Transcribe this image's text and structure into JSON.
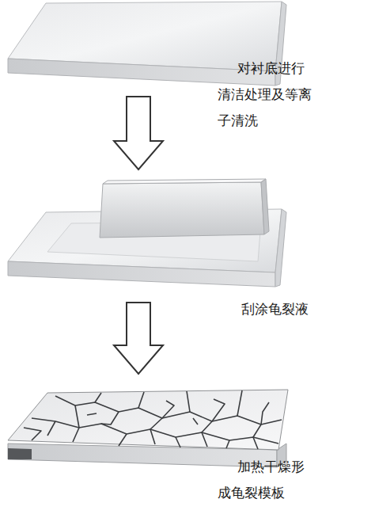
{
  "diagram": {
    "labels": [
      "对衬底进行清洁处理及等离子清洗",
      "刮涂龟裂液",
      "加热干燥形成龟裂模板"
    ]
  }
}
